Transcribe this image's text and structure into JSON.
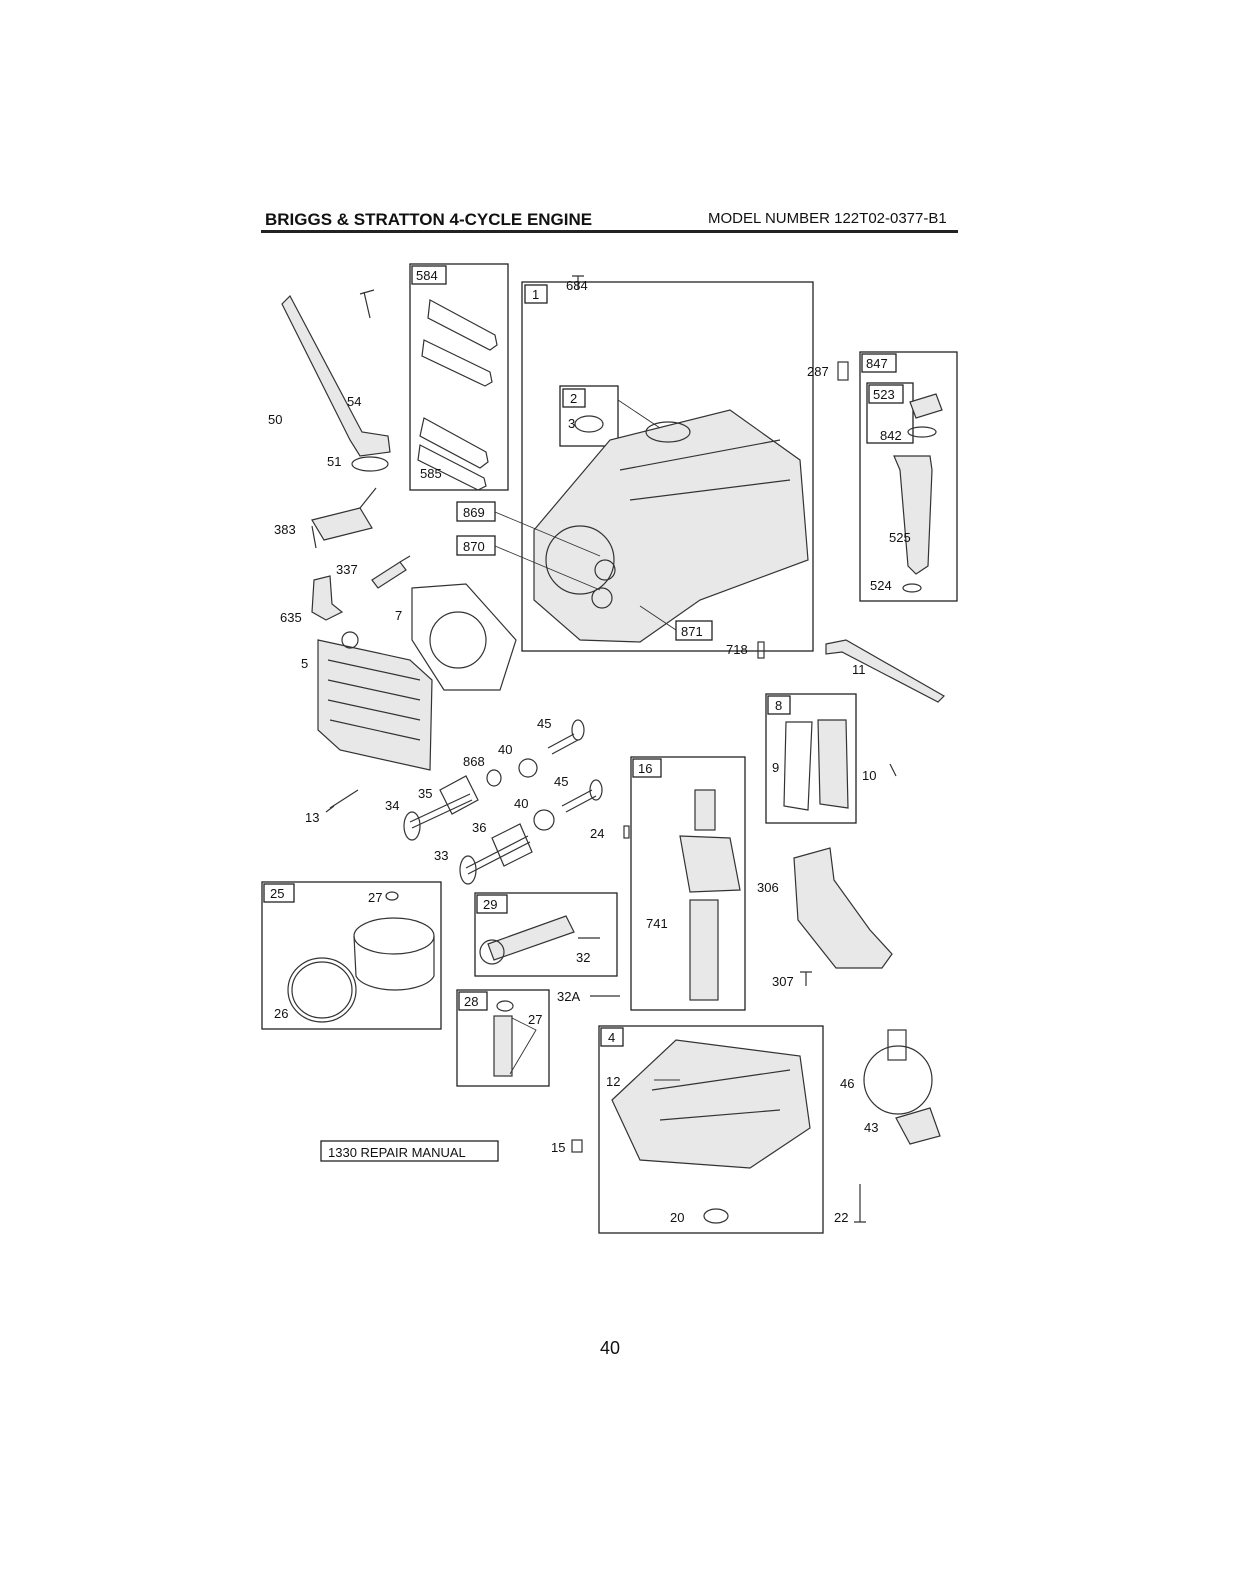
{
  "header": {
    "title": "BRIGGS & STRATTON 4-CYCLE ENGINE",
    "model": "MODEL NUMBER 122T02-0377-B1"
  },
  "page_number": "40",
  "repair_manual": "1330 REPAIR MANUAL",
  "boxed_tags": {
    "t1": "1",
    "t2": "2",
    "t4": "4",
    "t8": "8",
    "t16": "16",
    "t25": "25",
    "t28": "28",
    "t29": "29",
    "t523": "523",
    "t584": "584",
    "t847": "847",
    "t869": "869",
    "t870": "870",
    "t871": "871"
  },
  "part_labels": {
    "p3": "3",
    "p5": "5",
    "p7": "7",
    "p9": "9",
    "p10": "10",
    "p11": "11",
    "p12": "12",
    "p13": "13",
    "p15": "15",
    "p20": "20",
    "p22": "22",
    "p24": "24",
    "p26": "26",
    "p27a": "27",
    "p27b": "27",
    "p32": "32",
    "p32a": "32A",
    "p33": "33",
    "p34": "34",
    "p35": "35",
    "p36": "36",
    "p40a": "40",
    "p40b": "40",
    "p43": "43",
    "p45a": "45",
    "p45b": "45",
    "p46": "46",
    "p50": "50",
    "p51": "51",
    "p54": "54",
    "p287": "287",
    "p306": "306",
    "p307": "307",
    "p337": "337",
    "p383": "383",
    "p524": "524",
    "p525": "525",
    "p585": "585",
    "p635": "635",
    "p684": "684",
    "p718": "718",
    "p741": "741",
    "p842": "842",
    "p868": "868"
  }
}
